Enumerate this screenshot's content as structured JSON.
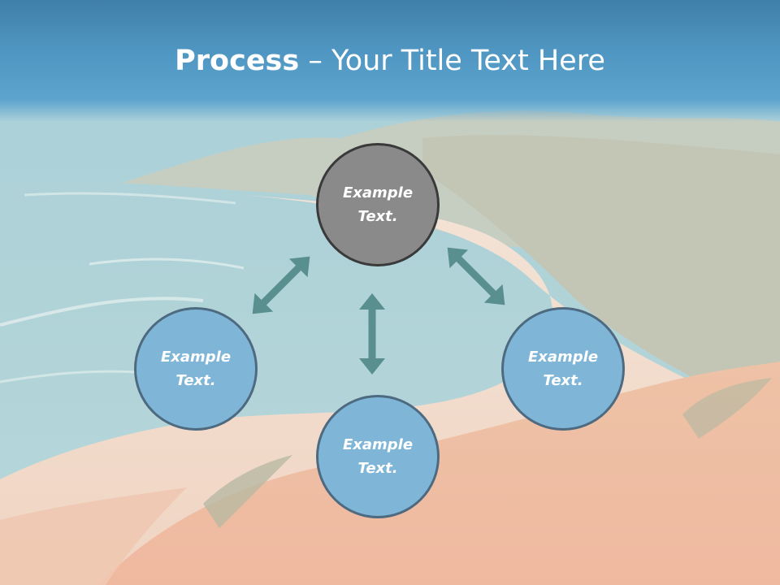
{
  "slide": {
    "title_bold": "Process",
    "title_rest": " – Your Title Text Here"
  },
  "diagram": {
    "nodes": {
      "top": "Example Text.",
      "left": "Example Text.",
      "right": "Example Text.",
      "bottom": "Example Text."
    },
    "colors": {
      "accent_node": "#8a8a8a",
      "node": "#7fb6d8",
      "node_border": "#4e6a80",
      "arrow": "#5a8f8f",
      "title_bar": "#4f95c1"
    }
  }
}
